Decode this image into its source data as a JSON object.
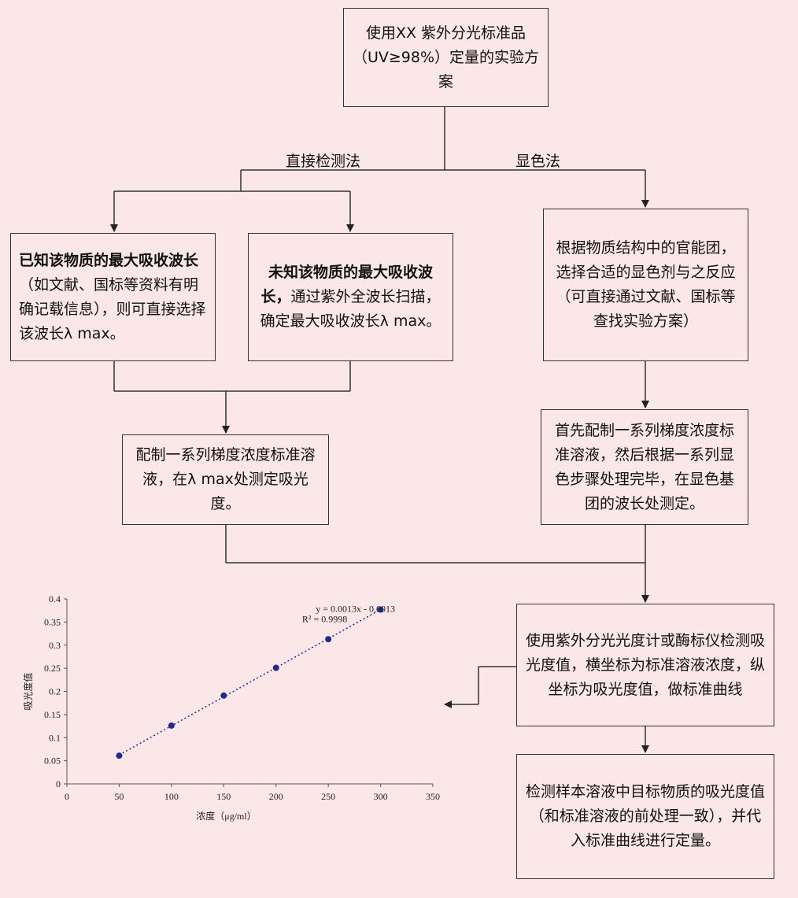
{
  "title_box": "使用XX 紫外分光标准品（UV≥98%）定量的实验方案",
  "branches": {
    "direct": "直接检测法",
    "color": "显色法"
  },
  "known": {
    "bold": "已知该物质的最大吸收波长",
    "text": "（如文献、国标等资料有明确记载信息），则可直接选择该波长λ max。"
  },
  "unknown": {
    "bold": "未知该物质的最大吸收波长，",
    "text": "通过紫外全波长扫描，确定最大吸收波长λ max。"
  },
  "color_step1": "根据物质结构中的官能团，选择合适的显色剂与之反应（可直接通过文献、国标等查找实验方案）",
  "direct_step2": "配制一系列梯度浓度标准溶液，在λ max处测定吸光度。",
  "color_step2": "首先配制一系列梯度浓度标准溶液，然后根据一系列显色步骤处理完毕，在显色基团的波长处测定。",
  "measure": "使用紫外分光光度计或酶标仪检测吸光度值，横坐标为标准溶液浓度，纵坐标为吸光度值，做标准曲线",
  "sample": "检测样本溶液中目标物质的吸光度值（和标准溶液的前处理一致），并代入标准曲线进行定量。",
  "chart_data": {
    "type": "scatter",
    "x": [
      50,
      100,
      150,
      200,
      250,
      300
    ],
    "y": [
      0.061,
      0.126,
      0.191,
      0.251,
      0.313,
      0.377
    ],
    "xlim": [
      0,
      350
    ],
    "ylim": [
      0,
      0.4
    ],
    "xticks": [
      "0",
      "50",
      "100",
      "150",
      "200",
      "250",
      "300",
      "350"
    ],
    "yticks": [
      "0",
      "0.05",
      "0.1",
      "0.15",
      "0.2",
      "0.25",
      "0.3",
      "0.35",
      "0.4"
    ],
    "xlabel": "浓度（μg/ml）",
    "ylabel": "吸光度值",
    "equation": "y = 0.0013x - 0.0013",
    "r2": "R² = 0.9998",
    "trendline": "linear dotted",
    "point_color": "#1f2a8c",
    "grid": false
  }
}
